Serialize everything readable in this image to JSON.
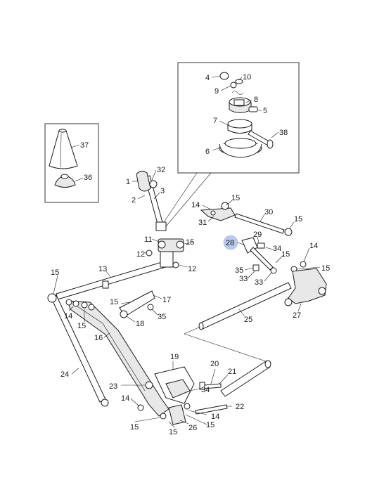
{
  "callouts": {
    "c1": "1",
    "c2": "2",
    "c3": "3",
    "c4": "4",
    "c5": "5",
    "c6": "6",
    "c7": "7",
    "c8": "8",
    "c9": "9",
    "c10": "10",
    "c11": "11",
    "c12a": "12",
    "c12b": "12",
    "c13": "13",
    "c14a": "14",
    "c14b": "14",
    "c14c": "14",
    "c14d": "14",
    "c14e": "14",
    "c15a": "15",
    "c15b": "15",
    "c15c": "15",
    "c15d": "15",
    "c15e": "15",
    "c15f": "15",
    "c15g": "15",
    "c15h": "15",
    "c15i": "15",
    "c15j": "15",
    "c15k": "15",
    "c16": "16",
    "c17": "17",
    "c18": "18",
    "c19": "19",
    "c20": "20",
    "c21": "21",
    "c22": "22",
    "c23": "23",
    "c24": "24",
    "c25": "25",
    "c26": "26",
    "c27": "27",
    "c28": "28",
    "c29": "29",
    "c30": "30",
    "c31": "31",
    "c32": "32",
    "c33a": "33",
    "c33b": "33",
    "c34a": "34",
    "c34b": "34",
    "c35a": "35",
    "c35b": "35",
    "c36": "36",
    "c37": "37",
    "c38": "38"
  },
  "highlight_color": "#b9c9ee"
}
